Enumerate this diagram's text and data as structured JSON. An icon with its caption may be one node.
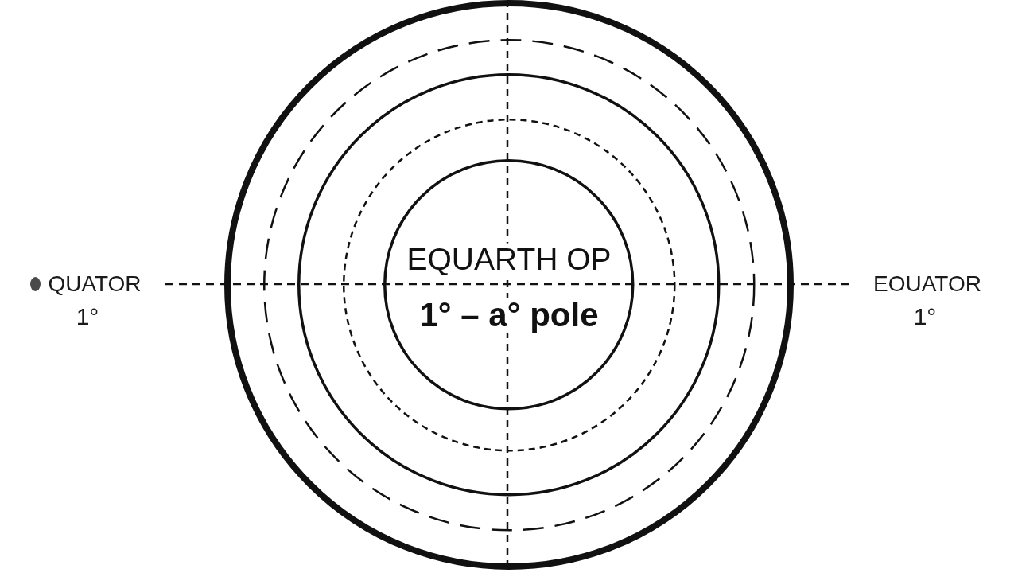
{
  "diagram": {
    "nodes": [
      {
        "text": [],
        "shape": "circle"
      },
      {
        "text": [],
        "shape": "circle",
        "in": 0
      },
      {
        "text": [],
        "shape": "circle",
        "in": 1
      },
      {
        "text": [],
        "shape": "circle",
        "in": 2
      },
      {
        "text": [
          "EQUARTH OP",
          "1° – a° pole"
        ],
        "in": 3
      }
    ],
    "labels": [
      "QUATOR",
      "1°",
      "EOUATOR",
      "1°"
    ]
  }
}
